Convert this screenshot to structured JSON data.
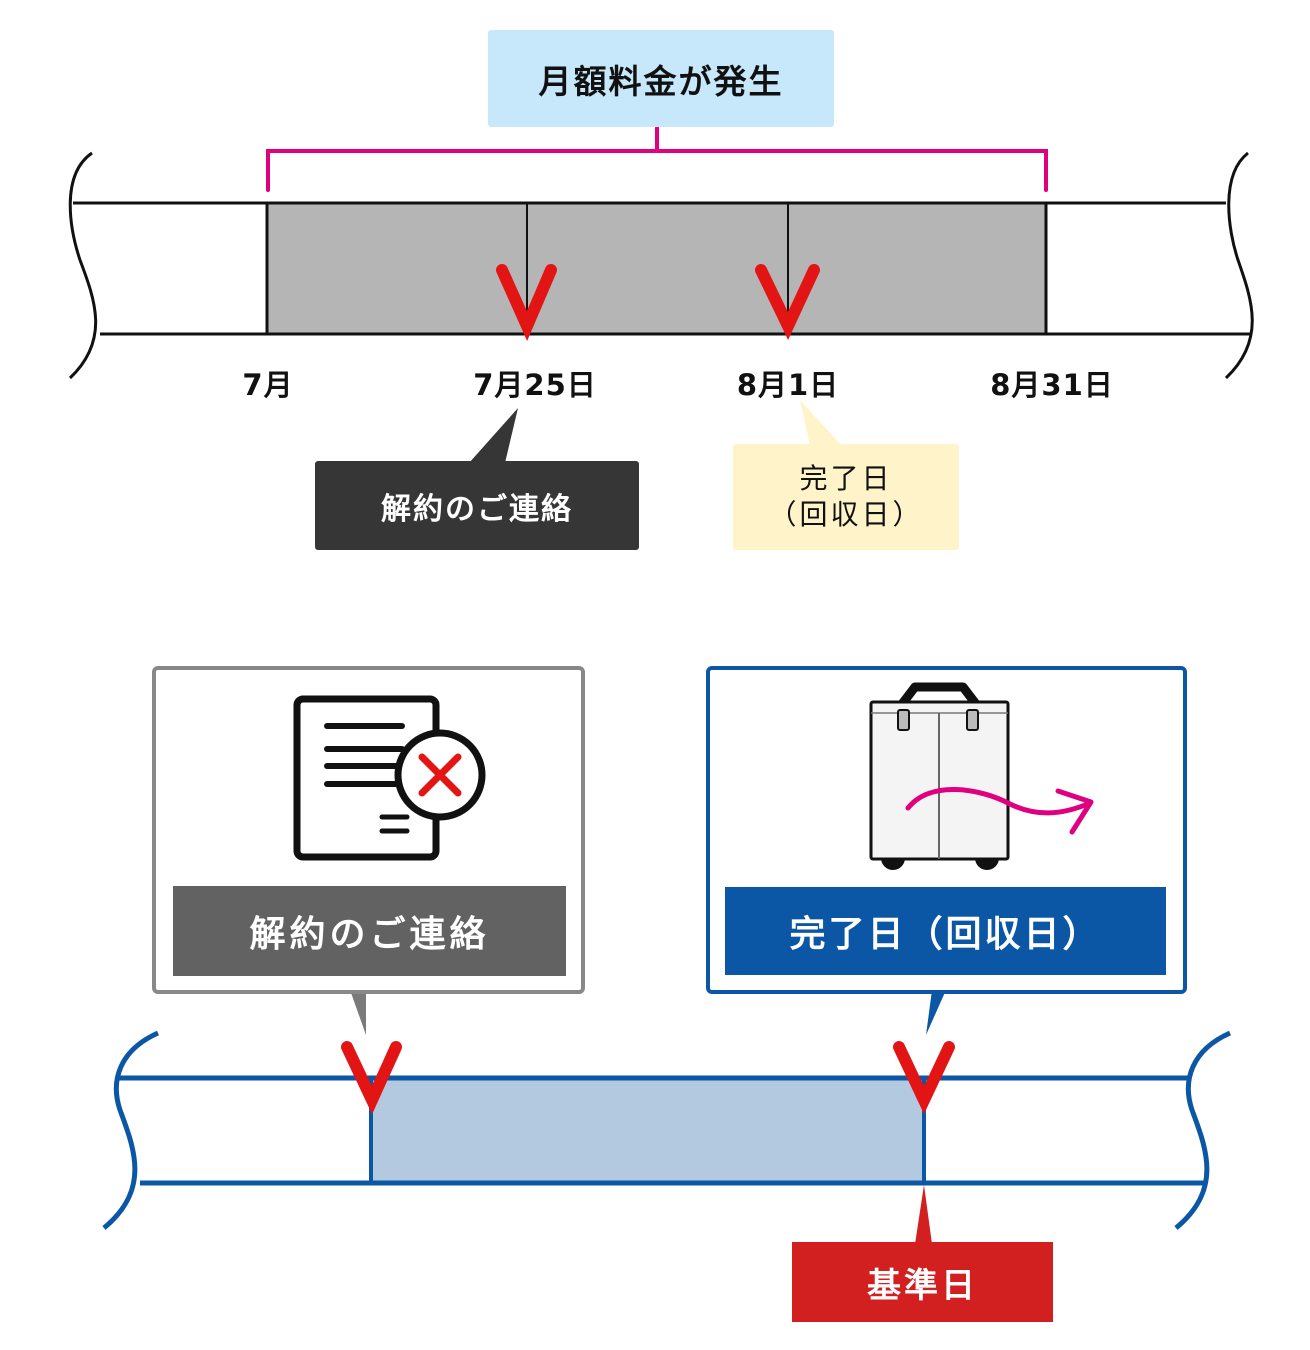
{
  "top_timeline": {
    "billing_label": "月額料金が発生",
    "dates": [
      {
        "key": "july",
        "text": "7月"
      },
      {
        "key": "jul25",
        "text": "7月25日"
      },
      {
        "key": "aug1",
        "text": "8月1日"
      },
      {
        "key": "aug31",
        "text": "8月31日"
      }
    ],
    "callout_cancellation": "解約のご連絡",
    "callout_completion": {
      "line1": "完了日",
      "line2": "（回収日）"
    },
    "colors": {
      "bracket": "#e0007f",
      "shaded": "#b5b5b5",
      "check": "#e31414"
    }
  },
  "bottom_timeline": {
    "card_cancellation": {
      "icon": "document-cancel-icon",
      "label": "解約のご連絡"
    },
    "card_completion": {
      "icon": "storage-case-pickup-icon",
      "label": "完了日（回収日）"
    },
    "reference_label": "基準日",
    "colors": {
      "line": "#0b57a6",
      "shaded": "#b3c9df",
      "check": "#e31414",
      "reference": "#d21f1f"
    }
  }
}
